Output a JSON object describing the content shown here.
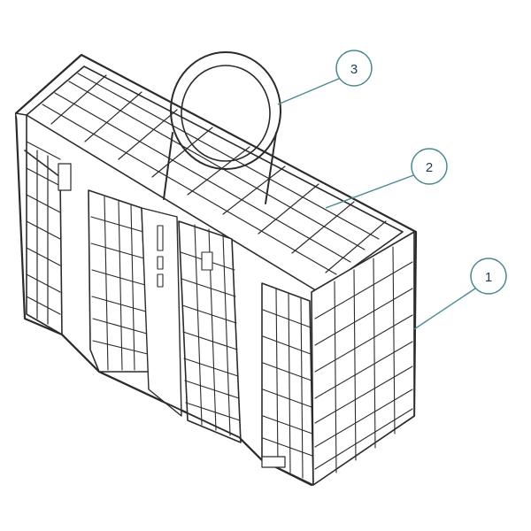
{
  "diagram": {
    "subject": "cutlery-basket",
    "callouts": [
      {
        "label": "1"
      },
      {
        "label": "2"
      },
      {
        "label": "3"
      }
    ],
    "colors": {
      "outline": "#2b2b2b",
      "fill": "#ffffff",
      "callout_stroke": "#4a8a8f",
      "callout_text": "#1f3d52"
    }
  }
}
